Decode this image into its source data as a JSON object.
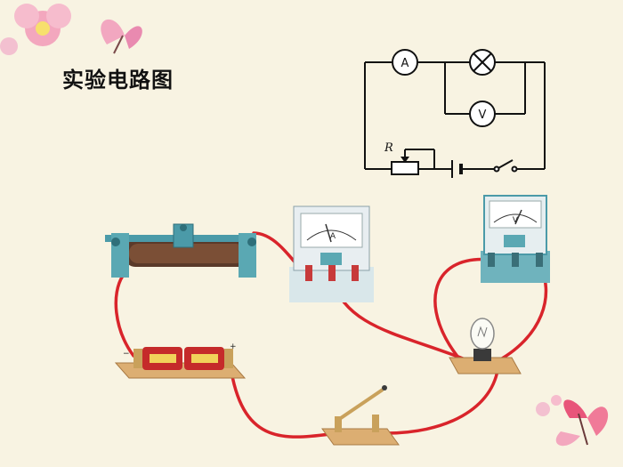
{
  "title": "实验电路图",
  "schematic": {
    "ammeter_symbol": "A",
    "voltmeter_symbol": "V",
    "rheostat_label": "R"
  },
  "apparatus": {
    "ammeter_scale_letter": "A",
    "voltmeter_scale_letter": "V",
    "battery_minus": "−",
    "battery_plus": "+"
  },
  "colors": {
    "wire": "#d9242b",
    "background": "#f8f3e2",
    "board": "#dcae72",
    "meter_body": "#5aa8b3"
  }
}
